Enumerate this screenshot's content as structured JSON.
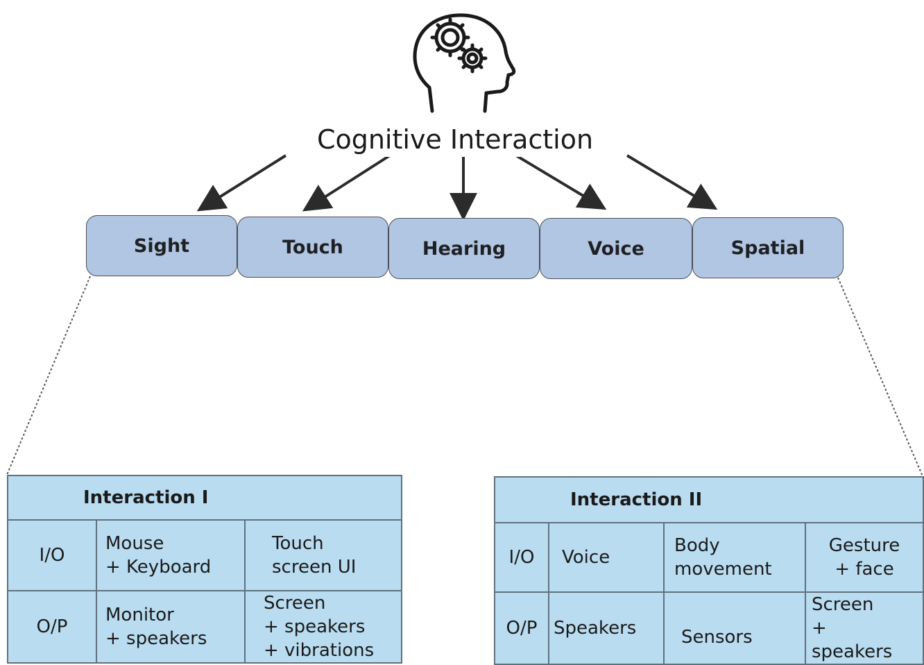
{
  "title": "Cognitive Interaction",
  "icon": "head-with-gears-icon",
  "senses": [
    "Sight",
    "Touch",
    "Hearing",
    "Voice",
    "Spatial"
  ],
  "colors": {
    "sense_box": "#b0c6e2",
    "table_fill": "#b9dcf0",
    "border": "#5f717d",
    "arrow": "#2b2b2b"
  },
  "interaction_1": {
    "title": "Interaction I",
    "rows": [
      {
        "label": "I/O",
        "cells": [
          "Mouse\n+ Keyboard",
          "Touch\nscreen UI"
        ]
      },
      {
        "label": "O/P",
        "cells": [
          "Monitor\n+ speakers",
          "Screen\n+ speakers\n+ vibrations"
        ]
      }
    ]
  },
  "interaction_2": {
    "title": "Interaction II",
    "rows": [
      {
        "label": "I/O",
        "cells": [
          "Voice",
          "Body\nmovement",
          "Gesture\n+ face"
        ]
      },
      {
        "label": "O/P",
        "cells": [
          "Speakers",
          "Sensors",
          "Screen\n+\nspeakers"
        ]
      }
    ]
  }
}
